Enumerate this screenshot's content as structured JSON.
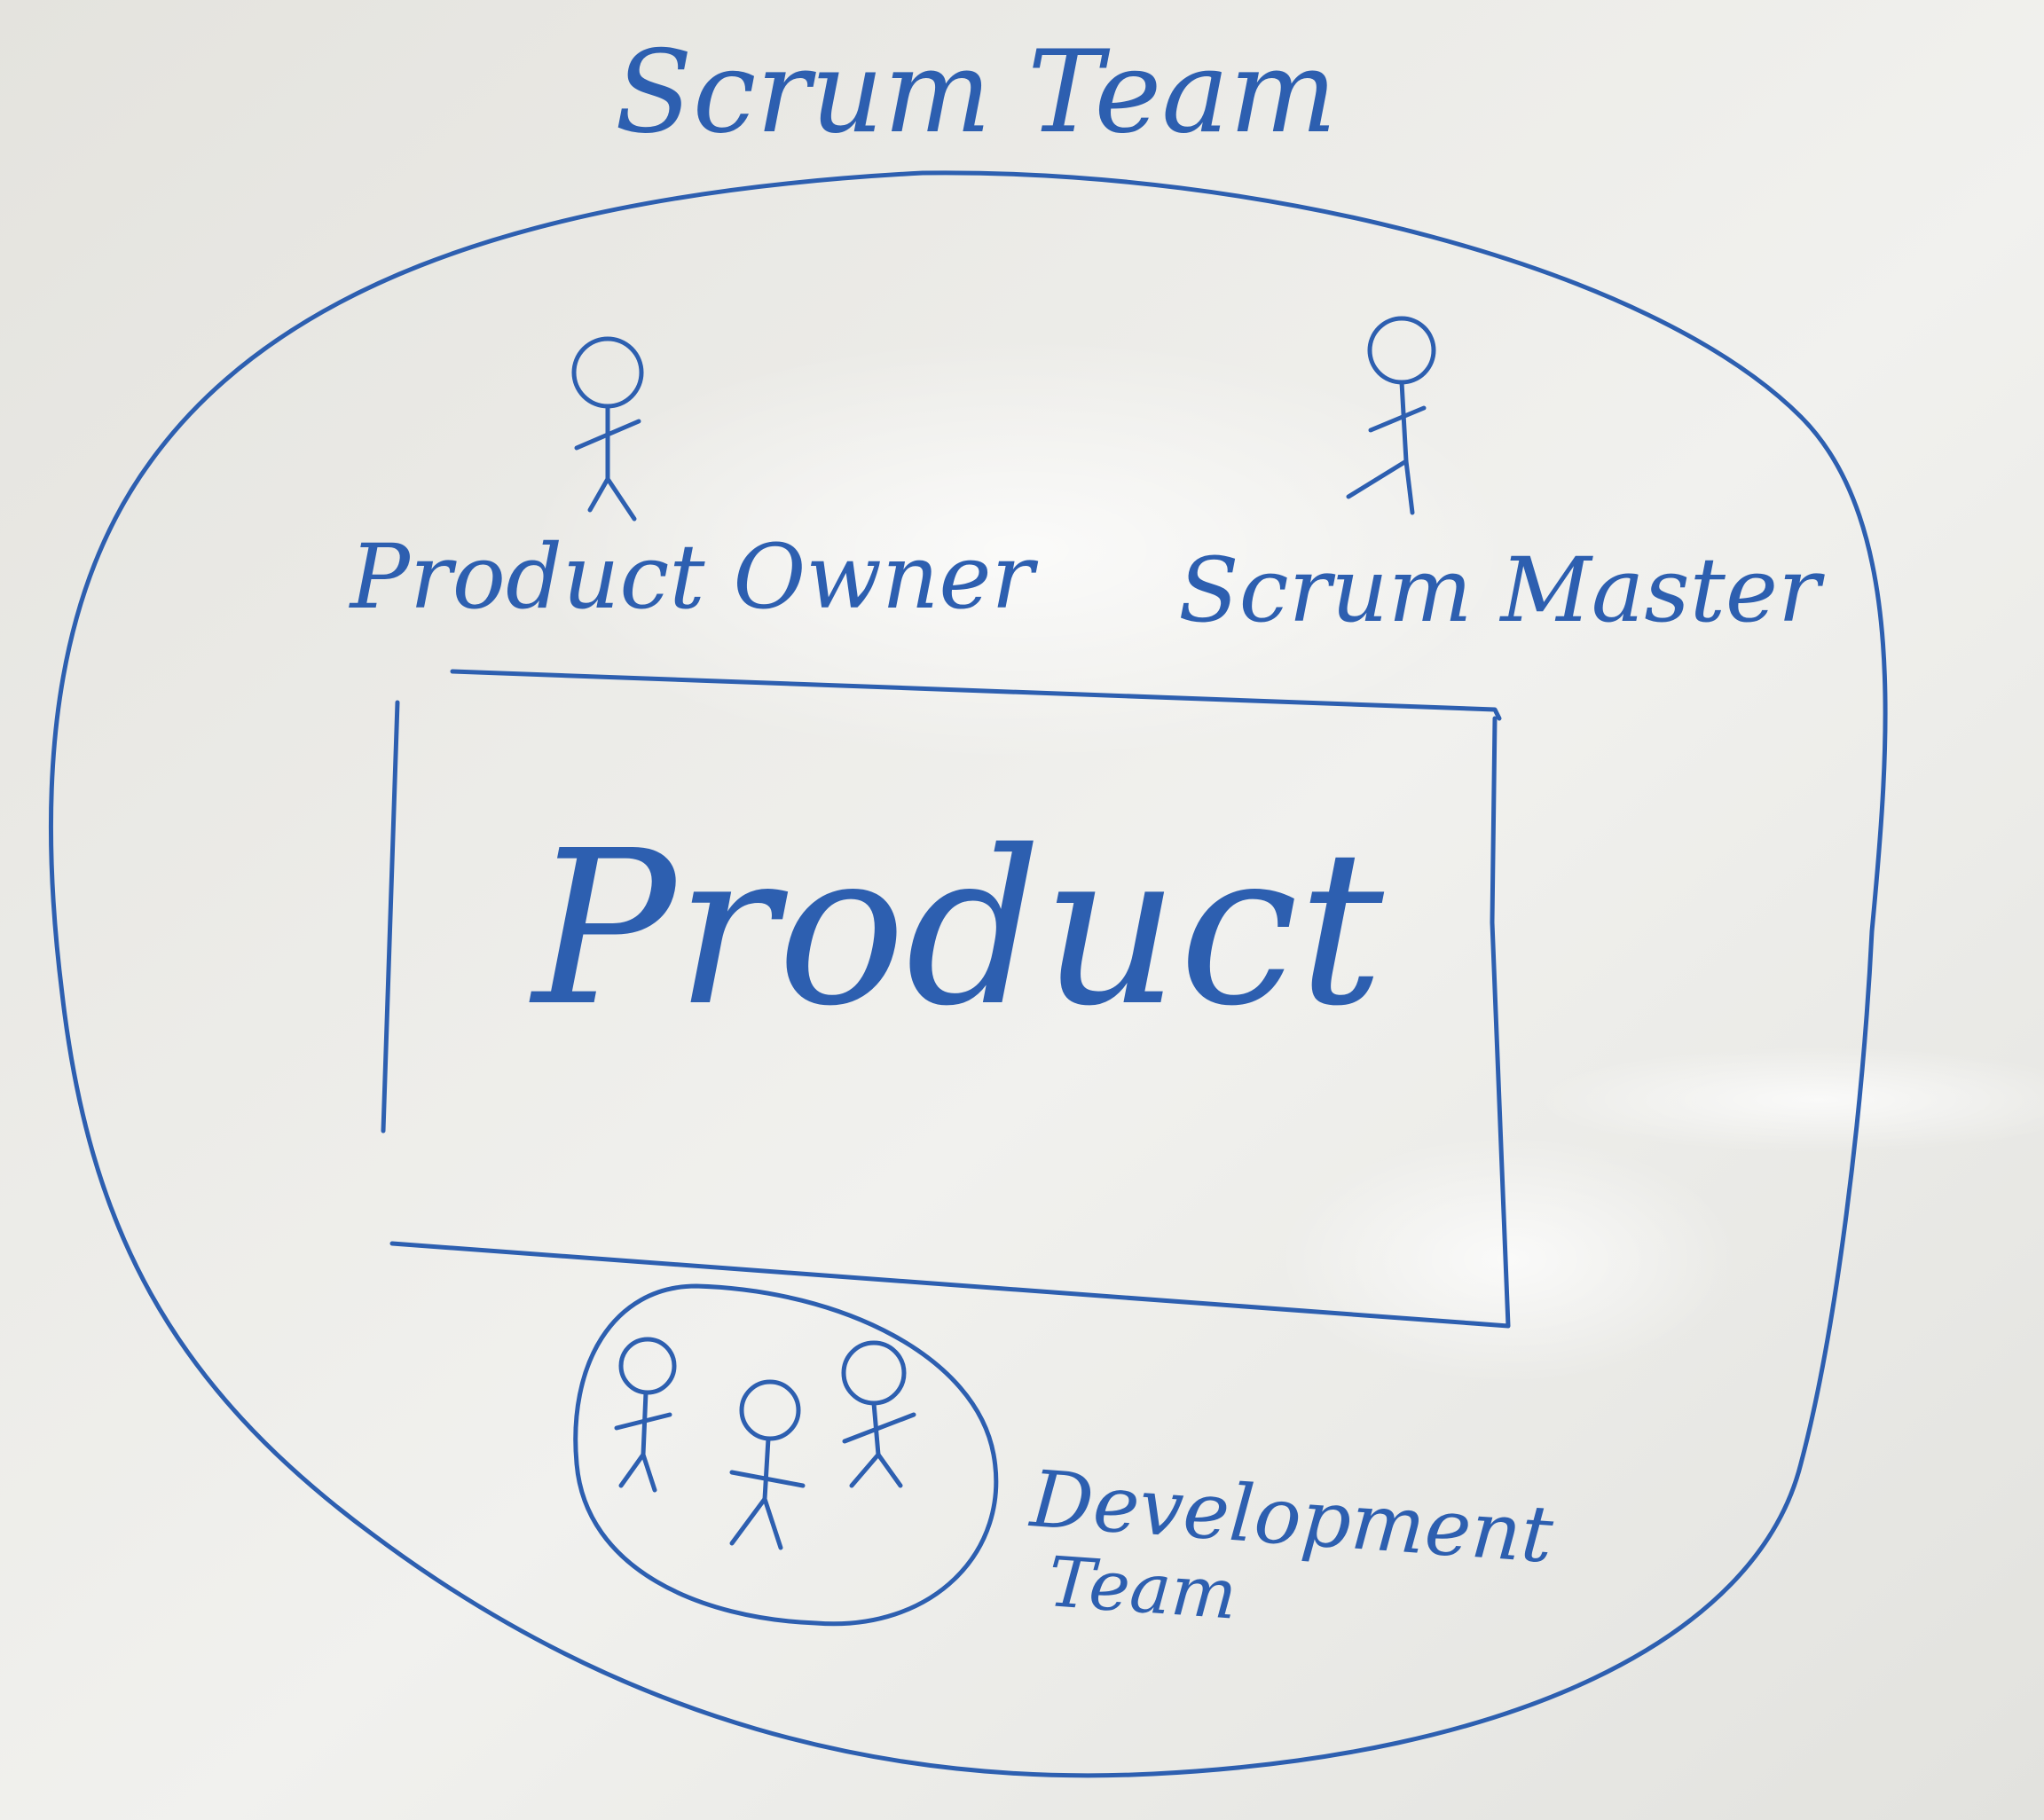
{
  "diagram": {
    "title": "Scrum Team",
    "roles": [
      {
        "name": "product-owner",
        "label": "Product Owner"
      },
      {
        "name": "scrum-master",
        "label": "Scrum Master"
      }
    ],
    "product": {
      "label": "Product"
    },
    "team": {
      "label_line1": "Development",
      "label_line2": "Team"
    }
  },
  "style": {
    "ink_color": "#2d5fb0",
    "board_color": "#ecebe6",
    "glare_color": "#ffffff"
  }
}
